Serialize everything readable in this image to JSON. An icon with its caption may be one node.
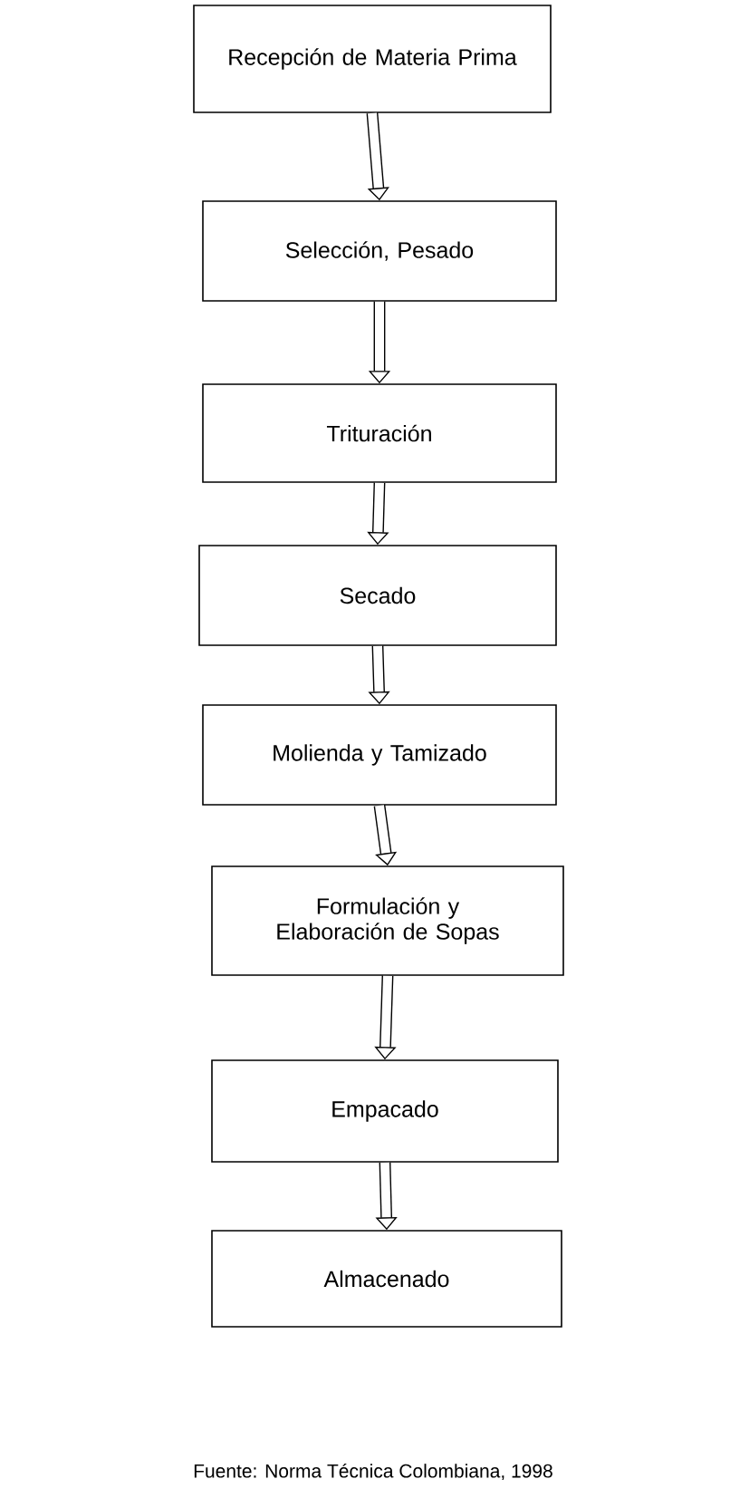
{
  "diagram": {
    "caption": "Fuente: Norma Técnica Colombiana, 1998",
    "nodes": [
      {
        "text": [
          "Recepción de Materia Prima"
        ]
      },
      {
        "text": [
          "Selección, Pesado"
        ]
      },
      {
        "text": [
          "Trituración"
        ]
      },
      {
        "text": [
          "Secado"
        ]
      },
      {
        "text": [
          "Molienda y Tamizado"
        ]
      },
      {
        "text": [
          "Formulación y Elaboración de Sopas"
        ]
      },
      {
        "text": [
          "Empacado"
        ]
      },
      {
        "text": [
          "Almacenado"
        ]
      }
    ],
    "edges": [
      {
        "from": 0,
        "to": 1,
        "arrow": "to"
      },
      {
        "from": 1,
        "to": 2,
        "arrow": "to"
      },
      {
        "from": 2,
        "to": 3,
        "arrow": "to"
      },
      {
        "from": 3,
        "to": 4,
        "arrow": "to"
      },
      {
        "from": 4,
        "to": 5,
        "arrow": "to"
      },
      {
        "from": 5,
        "to": 6,
        "arrow": "to"
      },
      {
        "from": 6,
        "to": 7,
        "arrow": "to"
      }
    ]
  }
}
